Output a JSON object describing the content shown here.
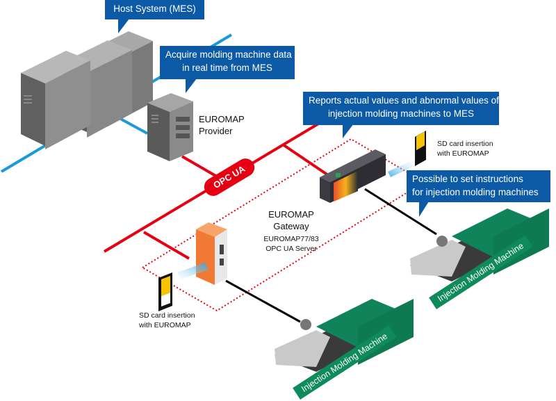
{
  "callouts": {
    "host_system": "Host System (MES)",
    "acquire_line1": "Acquire molding machine data",
    "acquire_line2": "in real time from MES",
    "reports_line1": "Reports actual values and abnormal values of",
    "reports_line2": "injection molding machines to MES",
    "possible_line1": "Possible to set instructions",
    "possible_line2": "for injection molding machines"
  },
  "labels": {
    "provider_line1": "EUROMAP",
    "provider_line2": "Provider",
    "gateway_line1": "EUROMAP",
    "gateway_line2": "Gateway",
    "gateway_sub1": "EUROMAP77/83",
    "gateway_sub2": "OPC UA Server",
    "sd_right_line1": "SD card insertion",
    "sd_right_line2": "with EUROMAP",
    "sd_left_line1": "SD card insertion",
    "sd_left_line2": "with EUROMAP",
    "opcua": "OPC UA",
    "machine_right": "Injection Molding Machine",
    "machine_left": "Injection Molding Machine"
  },
  "colors": {
    "callout_blue": "#0c5aa6",
    "network_blue": "#1a9ad9",
    "opcua_red": "#e60012",
    "machine_green": "#0f8a5a",
    "gateway_orange": "#f07a35"
  }
}
